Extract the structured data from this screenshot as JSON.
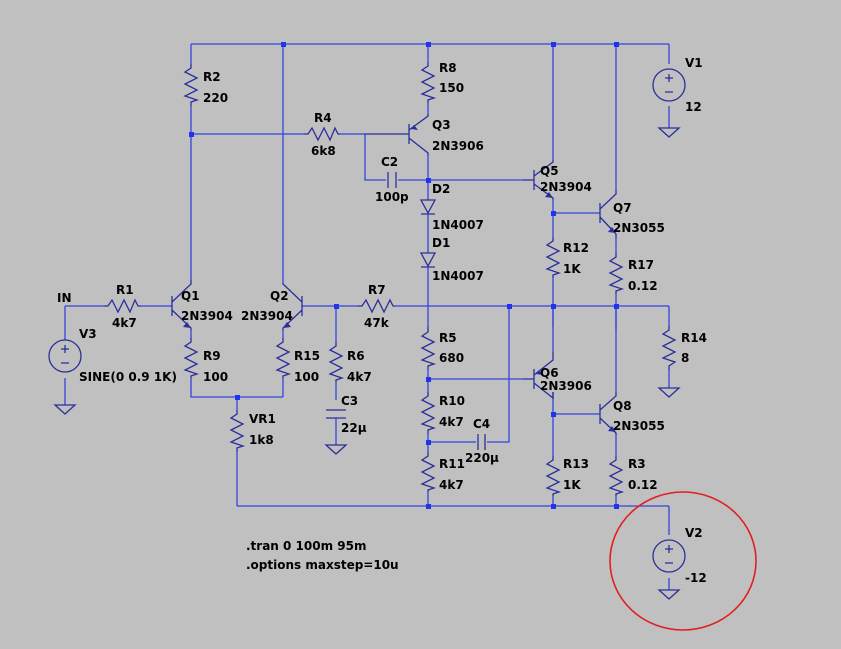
{
  "components": {
    "R1": {
      "name": "R1",
      "value": "4k7"
    },
    "R2": {
      "name": "R2",
      "value": "220"
    },
    "R3": {
      "name": "R3",
      "value": "0.12"
    },
    "R4": {
      "name": "R4",
      "value": "6k8"
    },
    "R5": {
      "name": "R5",
      "value": "680"
    },
    "R6": {
      "name": "R6",
      "value": "4k7"
    },
    "R7": {
      "name": "R7",
      "value": "47k"
    },
    "R8": {
      "name": "R8",
      "value": "150"
    },
    "R9": {
      "name": "R9",
      "value": "100"
    },
    "R10": {
      "name": "R10",
      "value": "4k7"
    },
    "R11": {
      "name": "R11",
      "value": "4k7"
    },
    "R12": {
      "name": "R12",
      "value": "1K"
    },
    "R13": {
      "name": "R13",
      "value": "1K"
    },
    "R14": {
      "name": "R14",
      "value": "8"
    },
    "R15": {
      "name": "R15",
      "value": "100"
    },
    "R17": {
      "name": "R17",
      "value": "0.12"
    },
    "VR1": {
      "name": "VR1",
      "value": "1k8"
    },
    "C2": {
      "name": "C2",
      "value": "100p"
    },
    "C3": {
      "name": "C3",
      "value": "22µ"
    },
    "C4": {
      "name": "C4",
      "value": "220µ"
    },
    "D1": {
      "name": "D1",
      "value": "1N4007"
    },
    "D2": {
      "name": "D2",
      "value": "1N4007"
    },
    "Q1": {
      "name": "Q1",
      "value": "2N3904"
    },
    "Q2": {
      "name": "Q2",
      "value": "2N3904"
    },
    "Q3": {
      "name": "Q3",
      "value": "2N3906"
    },
    "Q5": {
      "name": "Q5",
      "value": "2N3904"
    },
    "Q6": {
      "name": "Q6",
      "value": "2N3906"
    },
    "Q7": {
      "name": "Q7",
      "value": "2N3055"
    },
    "Q8": {
      "name": "Q8",
      "value": "2N3055"
    },
    "V1": {
      "name": "V1",
      "value": "12"
    },
    "V2": {
      "name": "V2",
      "value": "-12"
    },
    "V3": {
      "name": "V3",
      "value": "SINE(0 0.9 1K)"
    }
  },
  "net_labels": {
    "in": "IN"
  },
  "directives": {
    "tran": ".tran 0 100m 95m",
    "options": ".options maxstep=10u"
  },
  "colors": {
    "background": "#c0c0c0",
    "wire": "#3344dd",
    "component": "#2a2f9a",
    "junction": "#2233ee",
    "highlight_circle": "#e02020"
  }
}
